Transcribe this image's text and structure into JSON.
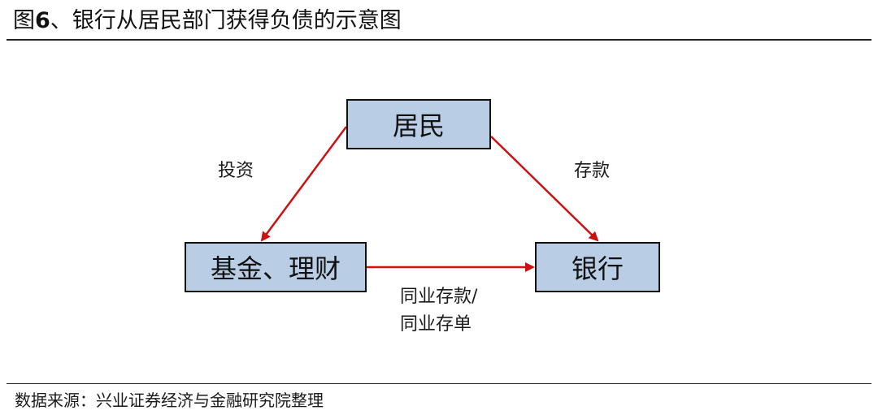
{
  "header": {
    "title_prefix": "图",
    "title_number": "6",
    "title_text": "、银行从居民部门获得负债的示意图"
  },
  "diagram": {
    "nodes": {
      "resident": "居民",
      "fund": "基金、理财",
      "bank": "银行"
    },
    "edges": {
      "invest": "投资",
      "deposit": "存款",
      "interbank_line1": "同业存款/",
      "interbank_line2": "同业存单"
    },
    "colors": {
      "node_fill": "#b9cde5",
      "node_border": "#111111",
      "arrow": "#cc1111"
    }
  },
  "footer": {
    "source": "数据来源：兴业证券经济与金融研究院整理"
  }
}
